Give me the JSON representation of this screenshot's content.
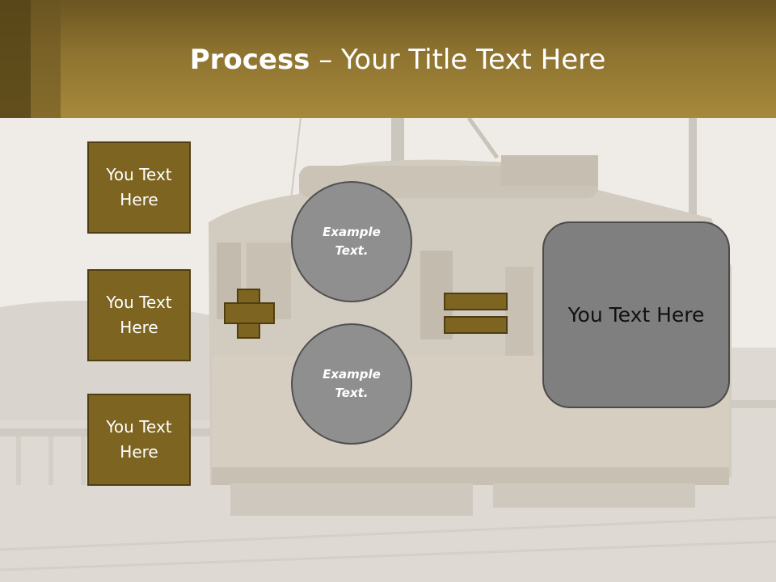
{
  "slide": {
    "title_bold": "Process",
    "title_rest": " – Your Title Text Here",
    "left_boxes": [
      {
        "label": "You Text Here"
      },
      {
        "label": "You Text Here"
      },
      {
        "label": "You Text Here"
      }
    ],
    "circles": [
      {
        "label": "Example Text."
      },
      {
        "label": "Example Text."
      }
    ],
    "result_label": "You Text Here"
  },
  "colors": {
    "header_dark": "#6b5521",
    "header_light": "#a6893a",
    "box_fill": "#7d6420",
    "box_border": "#4e3e12",
    "circle_fill": "#8f8f8f",
    "result_fill": "#7f7f7f"
  },
  "icons": {
    "plus": "plus-icon",
    "equals": "equals-icon"
  }
}
